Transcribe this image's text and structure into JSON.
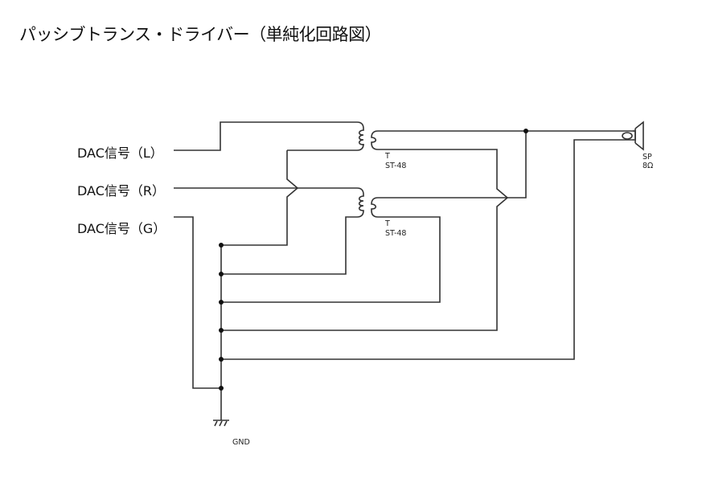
{
  "title": "パッシブトランス・ドライバー（単純化回路図）",
  "inputs": [
    {
      "label": "DAC信号（L）"
    },
    {
      "label": "DAC信号（R）"
    },
    {
      "label": "DAC信号（G）"
    }
  ],
  "transformers": [
    {
      "ref": "T",
      "model": "ST-48"
    },
    {
      "ref": "T",
      "model": "ST-48"
    }
  ],
  "speaker": {
    "ref": "SP",
    "impedance": "8Ω"
  },
  "ground": {
    "label": "GND"
  }
}
